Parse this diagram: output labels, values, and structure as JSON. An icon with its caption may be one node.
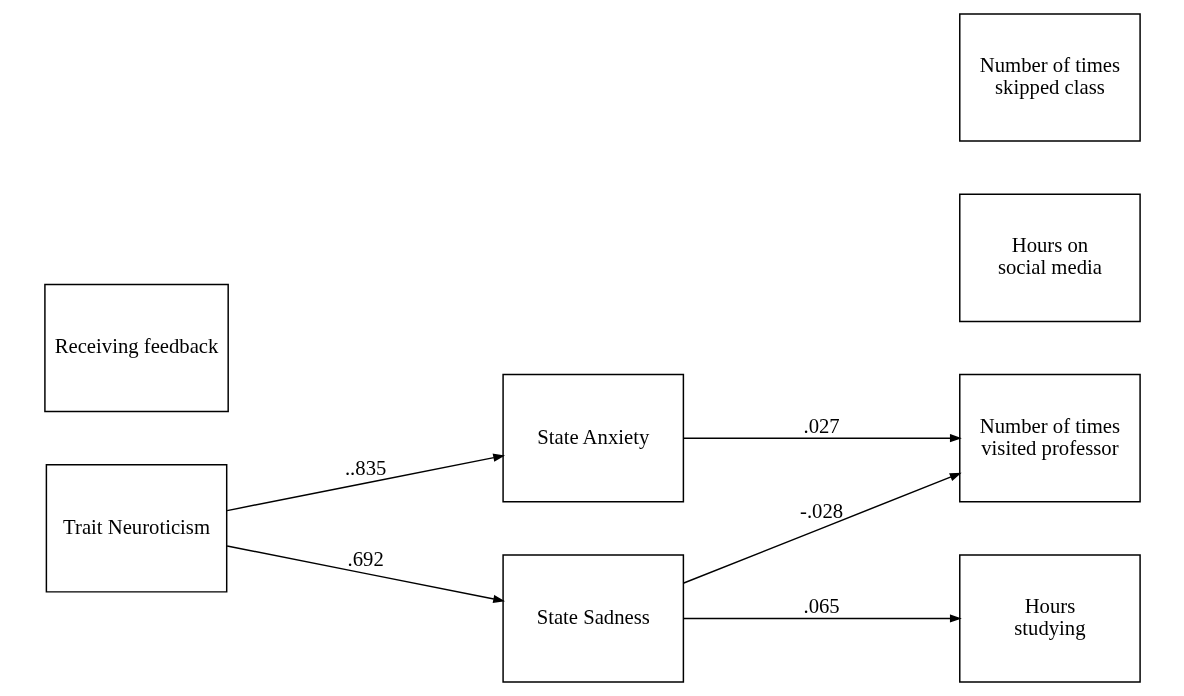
{
  "diagram": {
    "nodes": [
      {
        "text": [
          "Trait Neuroticism"
        ]
      },
      {
        "text": [
          "Receiving feedback"
        ]
      },
      {
        "text": [
          "State Anxiety"
        ]
      },
      {
        "text": [
          "State Sadness"
        ]
      },
      {
        "text": [
          "Hours studying"
        ]
      },
      {
        "text": [
          "Hours on social media"
        ]
      },
      {
        "text": [
          "Number of times skipped class"
        ]
      },
      {
        "text": [
          "Number of times visited professor"
        ]
      }
    ],
    "edges": [
      {
        "from": 0,
        "to": 2,
        "arrow": "to",
        "label": "..835"
      },
      {
        "from": 0,
        "to": 3,
        "arrow": "to",
        "label": ".692"
      },
      {
        "from": 2,
        "to": 7,
        "arrow": "to",
        "label": ".027"
      },
      {
        "from": 3,
        "to": 4,
        "arrow": "to",
        "label": ".065"
      },
      {
        "from": 3,
        "to": 7,
        "arrow": "to",
        "label": "-.028"
      }
    ]
  }
}
